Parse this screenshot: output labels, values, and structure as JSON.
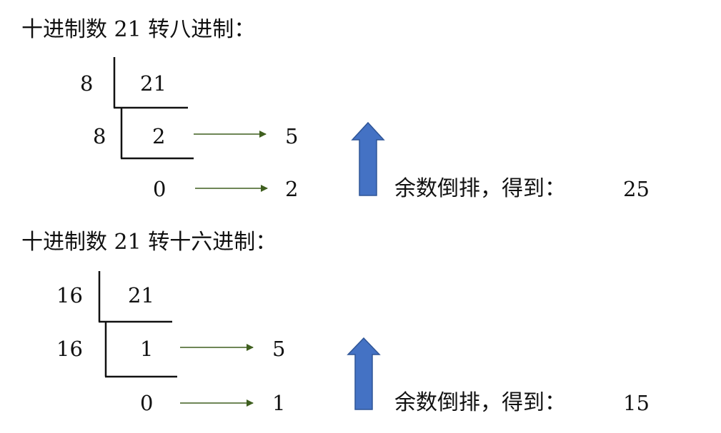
{
  "colors": {
    "text": "#111111",
    "division_lines": "#111111",
    "arrow_line": "#3f5f1f",
    "up_arrow_fill": "#4472c4",
    "up_arrow_stroke": "#2f5597"
  },
  "sections": [
    {
      "title": "十进制数 21 转八进制：",
      "steps": [
        {
          "divisor": "8",
          "dividend": "21"
        },
        {
          "divisor": "8",
          "dividend": "2",
          "remainder": "5"
        },
        {
          "dividend": "0",
          "remainder": "2"
        }
      ],
      "result_label": "余数倒排，得到：",
      "result_value": "25"
    },
    {
      "title": "十进制数 21 转十六进制：",
      "steps": [
        {
          "divisor": "16",
          "dividend": "21"
        },
        {
          "divisor": "16",
          "dividend": "1",
          "remainder": "5"
        },
        {
          "dividend": "0",
          "remainder": "1"
        }
      ],
      "result_label": "余数倒排，得到：",
      "result_value": "15"
    }
  ]
}
